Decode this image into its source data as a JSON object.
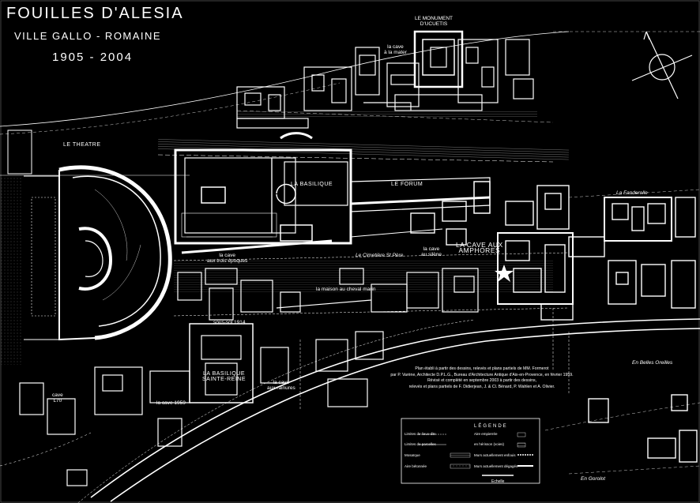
{
  "title": "FOUILLES D'ALESIA",
  "subtitle": "VILLE GALLO - ROMAINE",
  "years": "1905 - 2004",
  "labels": {
    "monument_line1": "LE MONUMENT",
    "monument_line2": "D'UCUETIS",
    "cave_mater_line1": "la cave",
    "cave_mater_line2": "à la mater",
    "theatre": "LE THEATRE",
    "basilique": "LA BASILIQUE",
    "forum": "LE FORUM",
    "fanderolle": "La Fanderolle",
    "cave_amphores_line1": "LA CAVE AUX",
    "cave_amphores_line2": "AMPHORES",
    "cave_silene_line1": "la cave",
    "cave_silene_line2": "au silène",
    "cimetiere": "Le Cimetière St Père",
    "cave_trois_line1": "la cave",
    "cave_trois_line2": "aux trois époques",
    "maison_cheval": "la maison au cheval marin",
    "sous_sol": "sous-sol 1914",
    "basilique_ste_reine_line1": "LA BASILIQUE",
    "basilique_ste_reine_line2": "SAINTE-REINE",
    "cave_rainures_line1": "la cave",
    "cave_rainures_line2": "aux rainures",
    "cave_1959": "la cave 1959",
    "cave_l70_line1": "cave",
    "cave_l70_line2": "L70",
    "belles_oreilles": "En Belles Oreilles",
    "gorolot": "En Gorolot"
  },
  "credits": [
    "Plan établi à partir des dessins, relevés et plans partiels de MM. Formerot",
    "par P. Varène, Architecte D.P.L.G., Bureau d'Architecture Antique d'Aix-en-Provence, en février 1959.",
    "Révisé et complété en septembre 2003 à partir des dessins,",
    "relevés et plans partiels de F. Didierjean, J. & Cl. Bénard, P. Wahlen et A. Olivier."
  ],
  "legend": {
    "title": "LÉGENDE",
    "items": [
      "Limites de lieux-dits",
      "Aire empierrée",
      "Limites de parcelles",
      "en hérisson (voies)",
      "Mosaïque",
      "Murs actuellement enfouis",
      "Aire bétonnée",
      "Murs actuellement dégagés"
    ],
    "scale_label": "Echelle"
  },
  "icons": {
    "compass": "compass-rose-icon",
    "star": "star-marker-icon"
  },
  "colors": {
    "background": "#000000",
    "lines": "#ffffff"
  }
}
